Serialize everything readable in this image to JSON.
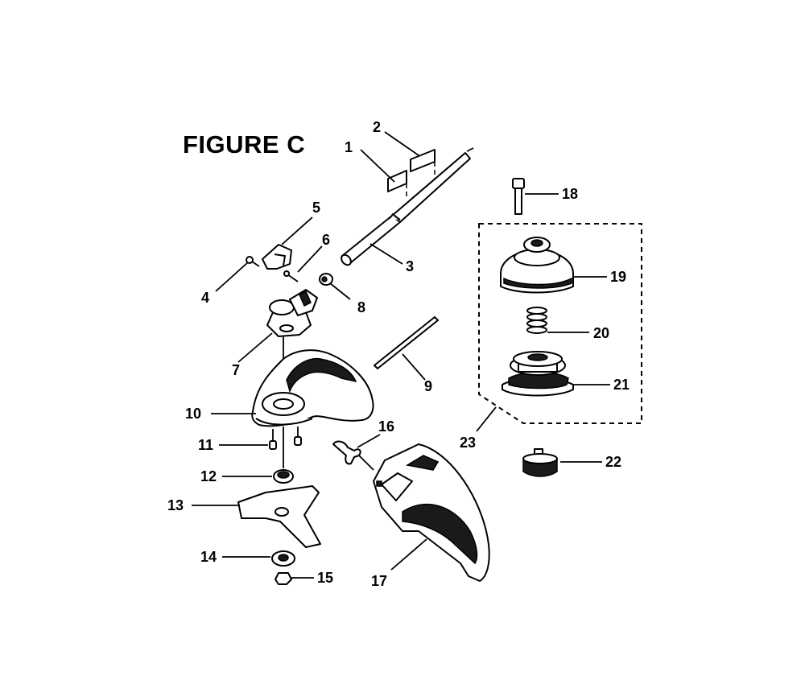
{
  "figure": {
    "title": "FIGURE C"
  },
  "callouts": [
    {
      "id": "1",
      "label": "1"
    },
    {
      "id": "2",
      "label": "2"
    },
    {
      "id": "3",
      "label": "3"
    },
    {
      "id": "4",
      "label": "4"
    },
    {
      "id": "5",
      "label": "5"
    },
    {
      "id": "6",
      "label": "6"
    },
    {
      "id": "7",
      "label": "7"
    },
    {
      "id": "8",
      "label": "8"
    },
    {
      "id": "9",
      "label": "9"
    },
    {
      "id": "10",
      "label": "10"
    },
    {
      "id": "11",
      "label": "11"
    },
    {
      "id": "12",
      "label": "12"
    },
    {
      "id": "13",
      "label": "13"
    },
    {
      "id": "14",
      "label": "14"
    },
    {
      "id": "15",
      "label": "15"
    },
    {
      "id": "16",
      "label": "16"
    },
    {
      "id": "17",
      "label": "17"
    },
    {
      "id": "18",
      "label": "18"
    },
    {
      "id": "19",
      "label": "19"
    },
    {
      "id": "20",
      "label": "20"
    },
    {
      "id": "21",
      "label": "21"
    },
    {
      "id": "22",
      "label": "22"
    },
    {
      "id": "23",
      "label": "23"
    }
  ]
}
